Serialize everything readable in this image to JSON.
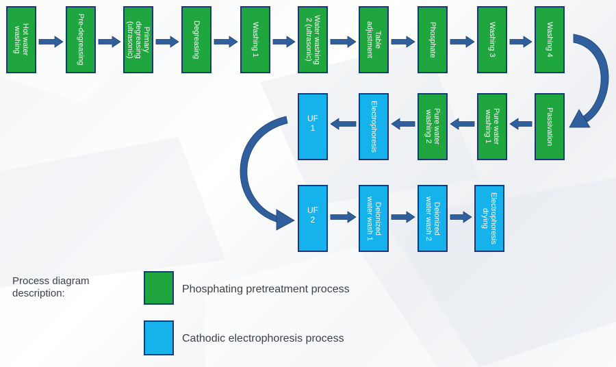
{
  "colors": {
    "phosphating": "#1fa63e",
    "electrophoresis": "#15b2ec",
    "border": "#17387a",
    "arrow": "#2f5f9c"
  },
  "steps": [
    {
      "id": "hot-water-washing",
      "label": "Hot water\nwashing",
      "process": "phosphating"
    },
    {
      "id": "pre-degreasing",
      "label": "Pre-degreasing",
      "process": "phosphating"
    },
    {
      "id": "primary-degreasing",
      "label": "Primary\ndegreasing\n(ultrasonic)",
      "process": "phosphating"
    },
    {
      "id": "degreasing",
      "label": "Degreasing",
      "process": "phosphating"
    },
    {
      "id": "washing-1",
      "label": "Washing 1",
      "process": "phosphating"
    },
    {
      "id": "water-washing-2",
      "label": "Water washing\n2 (ultrasonic)",
      "process": "phosphating"
    },
    {
      "id": "table-adjustment",
      "label": "Table\nadjustment",
      "process": "phosphating"
    },
    {
      "id": "phosphate",
      "label": "Phosphate",
      "process": "phosphating"
    },
    {
      "id": "washing-3",
      "label": "Washing 3",
      "process": "phosphating"
    },
    {
      "id": "washing-4",
      "label": "Washing 4",
      "process": "phosphating"
    },
    {
      "id": "passivation",
      "label": "Passivation",
      "process": "phosphating"
    },
    {
      "id": "pure-water-washing-1",
      "label": "Pure water\nwashing 1",
      "process": "phosphating"
    },
    {
      "id": "pure-water-washing-2",
      "label": "Pure water\nwashing 2",
      "process": "phosphating"
    },
    {
      "id": "electrophoresis",
      "label": "Electrophoresis",
      "process": "electrophoresis"
    },
    {
      "id": "uf-1",
      "label": "UF\n1",
      "process": "electrophoresis"
    },
    {
      "id": "uf-2",
      "label": "UF\n2",
      "process": "electrophoresis"
    },
    {
      "id": "deionized-water-wash-1",
      "label": "Deionized\nwater wash 1",
      "process": "electrophoresis"
    },
    {
      "id": "deionized-water-wash-2",
      "label": "Deionized\nwater wash 2",
      "process": "electrophoresis"
    },
    {
      "id": "electrophoresis-drying",
      "label": "Electrophoresis\ndrying",
      "process": "electrophoresis"
    }
  ],
  "legend": {
    "title": "Process diagram\ndescription:",
    "items": [
      {
        "label": "Phosphating pretreatment process",
        "process": "phosphating"
      },
      {
        "label": "Cathodic electrophoresis process",
        "process": "electrophoresis"
      }
    ]
  }
}
